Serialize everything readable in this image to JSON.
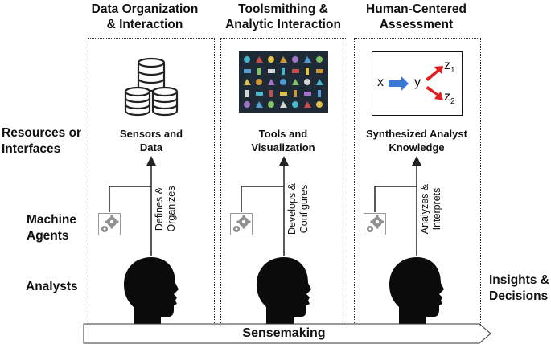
{
  "columns": [
    {
      "title_line1": "Data Organization",
      "title_line2": "& Interaction",
      "resource_line1": "Sensors and",
      "resource_line2": "Data",
      "action_line1": "Defines &",
      "action_line2": "Organizes",
      "icon": "database-icon"
    },
    {
      "title_line1": "Toolsmithing &",
      "title_line2": "Analytic Interaction",
      "resource_line1": "Tools and",
      "resource_line2": "Visualization",
      "action_line1": "Develops &",
      "action_line2": "Configures",
      "icon": "visualization-grid-icon"
    },
    {
      "title_line1": "Human-Centered",
      "title_line2": "Assessment",
      "resource_line1": "Synthesized Analyst",
      "resource_line2": "Knowledge",
      "action_line1": "Analyzes &",
      "action_line2": "Interprets",
      "icon": "knowledge-diagram-icon"
    }
  ],
  "rows": {
    "resources_line1": "Resources or",
    "resources_line2": "Interfaces",
    "machine_line1": "Machine",
    "machine_line2": "Agents",
    "analysts": "Analysts"
  },
  "outcome": {
    "line1": "Insights &",
    "line2": "Decisions"
  },
  "banner_label": "Sensemaking",
  "knowledge_diagram": {
    "x": "x",
    "y": "y",
    "z1": "z",
    "z1_sub": "1",
    "z2": "z",
    "z2_sub": "2"
  },
  "colors": {
    "arrow_blue": "#3a78d8",
    "arrow_red": "#e02020",
    "viz_bg": "#1e2a36",
    "head": "#0b0b0b"
  }
}
